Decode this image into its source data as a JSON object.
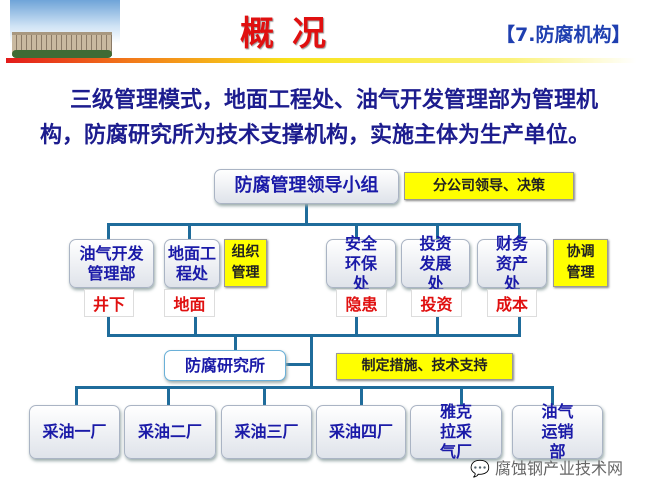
{
  "header": {
    "title": "概况",
    "section_tag": "【7.防腐机构】"
  },
  "intro": {
    "line1": "三级管理模式，地面工程处、油气开发管理部为管理机",
    "line2": "构，防腐研究所为技术支撑机构，实施主体为生产单位。"
  },
  "org": {
    "top": {
      "label": "防腐管理领导小组",
      "note": "分公司领导、决策"
    },
    "departments": [
      {
        "label": "油气开发管理部",
        "sub": "井下"
      },
      {
        "label": "地面工程处",
        "sub": "地面"
      },
      {
        "label": "安全环保处",
        "sub": "隐患"
      },
      {
        "label": "投资发展处",
        "sub": "投资"
      },
      {
        "label": "财务资产处",
        "sub": "成本"
      }
    ],
    "note_left": "组织管理",
    "note_right": "协调管理",
    "research": {
      "label": "防腐研究所",
      "note": "制定措施、技术支持"
    },
    "units": [
      "采油一厂",
      "采油二厂",
      "采油三厂",
      "采油四厂",
      "雅克拉采气厂",
      "油气运销部"
    ]
  },
  "watermark": "腐蚀钢产业技术网"
}
